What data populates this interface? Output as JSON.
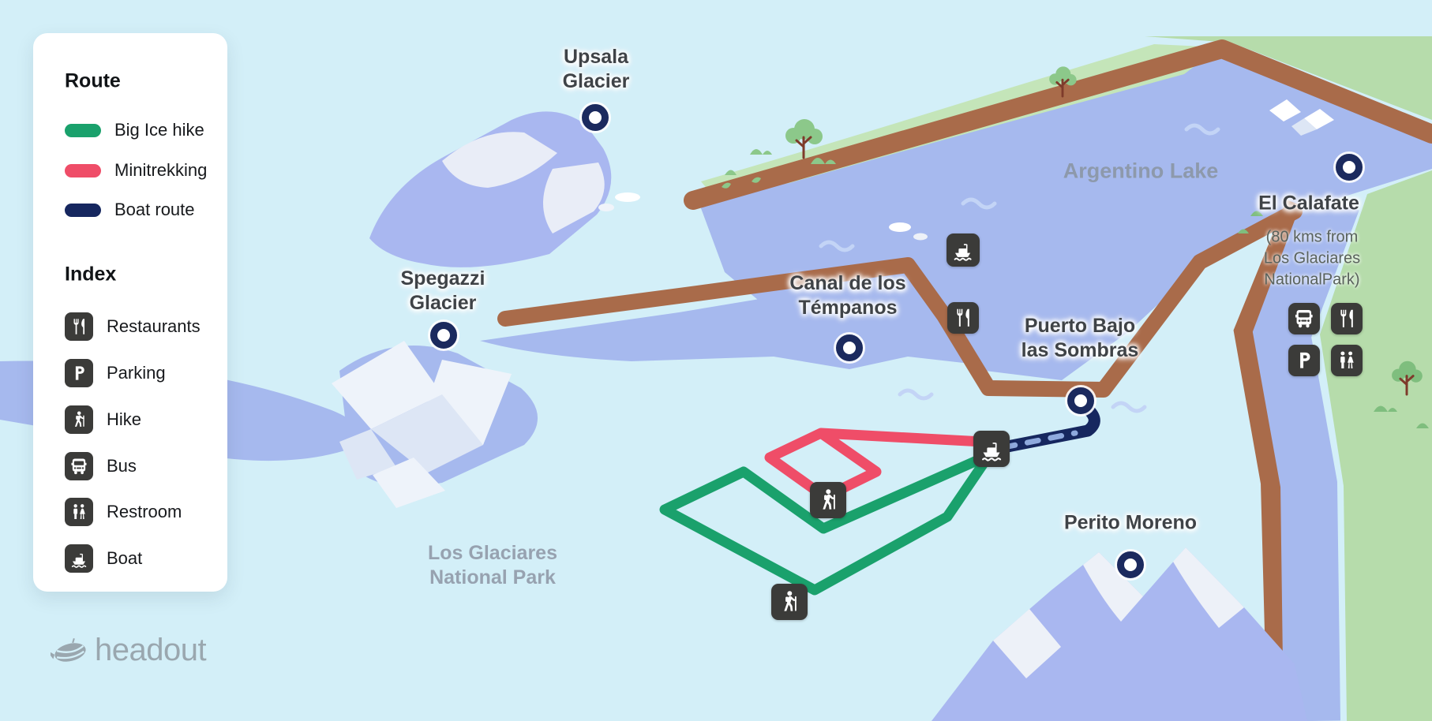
{
  "colors": {
    "background": "#D3EFF8",
    "water": "#A6B9EE",
    "land_green": "#B6DCAB",
    "shore_brown": "#A96B4A",
    "route_green": "#1AA16C",
    "route_pink": "#EF4D68",
    "route_navy": "#16275F",
    "icon_tile": "#3B3B39",
    "marker_navy": "#1B2A5E"
  },
  "legend": {
    "route_heading": "Route",
    "route_items": [
      {
        "label": "Big Ice hike",
        "color": "#1AA16C"
      },
      {
        "label": "Minitrekking",
        "color": "#EF4D68"
      },
      {
        "label": "Boat route",
        "color": "#16275F"
      }
    ],
    "index_heading": "Index",
    "index_items": [
      {
        "label": "Restaurants",
        "icon": "restaurants-icon"
      },
      {
        "label": "Parking",
        "icon": "parking-icon"
      },
      {
        "label": "Hike",
        "icon": "hike-icon"
      },
      {
        "label": "Bus",
        "icon": "bus-icon"
      },
      {
        "label": "Restroom",
        "icon": "restroom-icon"
      },
      {
        "label": "Boat",
        "icon": "boat-icon"
      }
    ]
  },
  "map": {
    "labels": {
      "upsala": "Upsala\nGlacier",
      "spegazzi": "Spegazzi\nGlacier",
      "canal": "Canal de los\nTémpanos",
      "puerto": "Puerto Bajo\nlas Sombras",
      "calafate_title": "El Calafate",
      "calafate_sub": "(80 kms from\nLos Glaciares\nNationalPark)",
      "perito": "Perito Moreno",
      "argentino": "Argentino Lake",
      "park": "Los Glaciares\nNational Park"
    }
  },
  "footer": {
    "brand": "headout"
  }
}
